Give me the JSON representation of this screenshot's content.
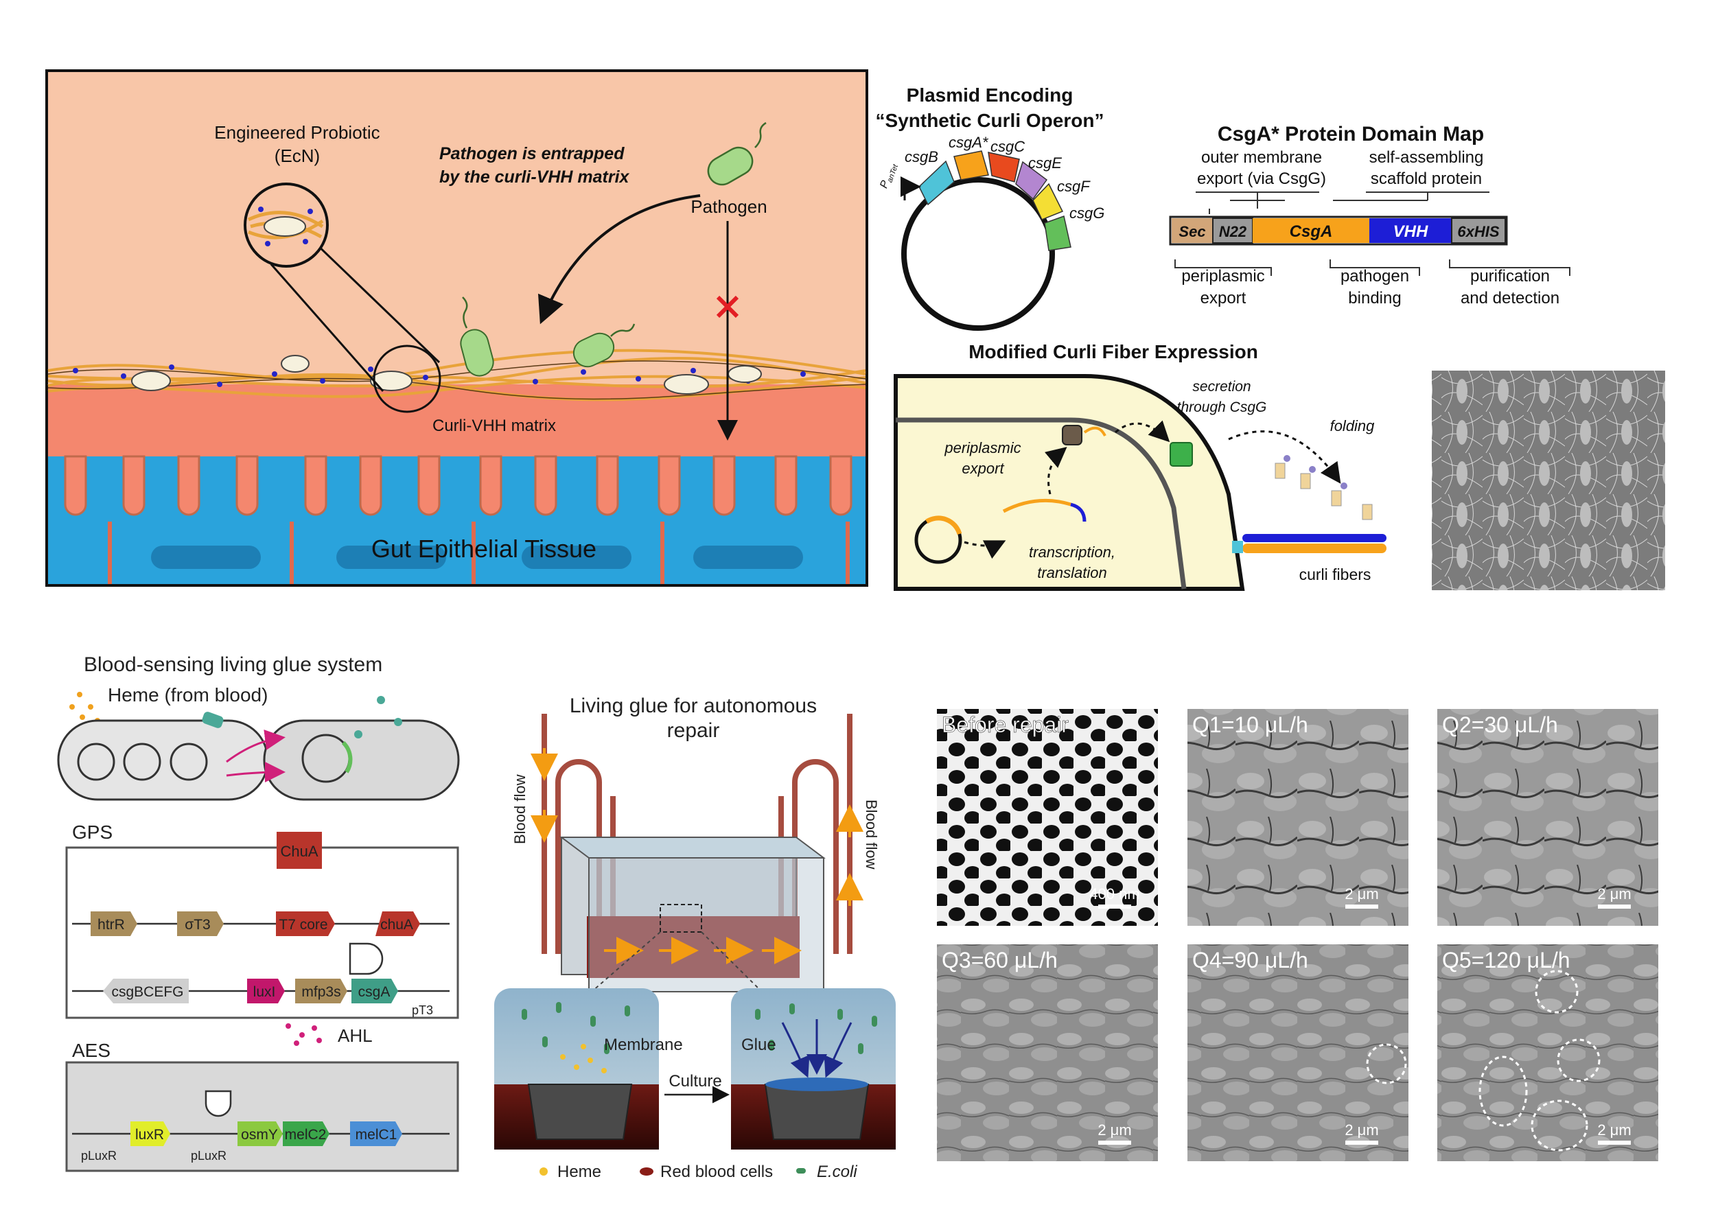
{
  "panel_a": {
    "probiotic_label_1": "Engineered Probiotic",
    "probiotic_label_2": "(EcN)",
    "entrapment_label_1": "Pathogen is entrapped",
    "entrapment_label_2": "by the curli-VHH matrix",
    "pathogen_label": "Pathogen",
    "matrix_label": "Curli-VHH matrix",
    "tissue_label": "Gut Epithelial Tissue"
  },
  "plasmid": {
    "title_1": "Plasmid Encoding",
    "title_2": "“Synthetic Curli Operon”",
    "promoter": "P",
    "promoter_sub": "anTet",
    "genes": [
      "csgB",
      "csgA*",
      "csgC",
      "csgE",
      "csgF",
      "csgG"
    ]
  },
  "domain_map": {
    "title": "CsgA* Protein Domain Map",
    "top_left_1": "outer membrane",
    "top_left_2": "export (via CsgG)",
    "top_right_1": "self-assembling",
    "top_right_2": "scaffold protein",
    "domains": [
      "Sec",
      "N22",
      "CsgA",
      "VHH",
      "6xHIS"
    ],
    "bottom_1a": "periplasmic",
    "bottom_1b": "export",
    "bottom_2a": "pathogen",
    "bottom_2b": "binding",
    "bottom_3a": "purification",
    "bottom_3b": "and detection"
  },
  "curli_expression": {
    "title": "Modified Curli Fiber Expression",
    "periplasmic_1": "periplasmic",
    "periplasmic_2": "export",
    "secretion_1": "secretion",
    "secretion_2": "through CsgG",
    "folding": "folding",
    "transcription_1": "transcription,",
    "transcription_2": "translation",
    "fibers": "curli fibers"
  },
  "glue_system": {
    "title": "Blood-sensing living glue system",
    "heme_label": "Heme (from blood)",
    "gps_label": "GPS",
    "aes_label": "AES",
    "ahl_label": "AHL",
    "chua_top": "ChuA",
    "gps_parts": [
      "htrR",
      "σT3",
      "T7 core",
      "chuA"
    ],
    "gps_row2": [
      "csgBCEFG",
      "luxI",
      "mfp3s",
      "csgA"
    ],
    "pt3_label": "pT3",
    "aes_parts": [
      "luxR",
      "osmY",
      "melC2",
      "melC1"
    ],
    "plux1": "pLuxR",
    "plux2": "pLuxR"
  },
  "living_glue": {
    "title_1": "Living glue for autonomous",
    "title_2": "repair",
    "blood_flow": "Blood flow",
    "membrane": "Membrane",
    "glue": "Glue",
    "culture": "Culture",
    "legend_heme": "Heme",
    "legend_rbc": "Red blood cells",
    "legend_ecoli": "E.coli"
  },
  "sem_panels": [
    {
      "label": "Before repair",
      "scale": "400 nm"
    },
    {
      "label": "Q1=10 μL/h",
      "scale": "2 μm"
    },
    {
      "label": "Q2=30 μL/h",
      "scale": "2 μm"
    },
    {
      "label": "Q3=60 μL/h",
      "scale": "2 μm"
    },
    {
      "label": "Q4=90 μL/h",
      "scale": "2 μm"
    },
    {
      "label": "Q5=120 μL/h",
      "scale": "2 μm"
    }
  ],
  "colors": {
    "lumen": "#f8c6a8",
    "mucus": "#f4876e",
    "epithelium": "#2aa3dc",
    "curli": "#e8a33a",
    "pathogen": "#a6d98a",
    "red_x": "#e31e24",
    "sec": "#d2a679",
    "csga": "#f7a21b",
    "vhh": "#1d1ed6",
    "his": "#9a9a9a",
    "cell_fill": "#fbf7d2"
  }
}
